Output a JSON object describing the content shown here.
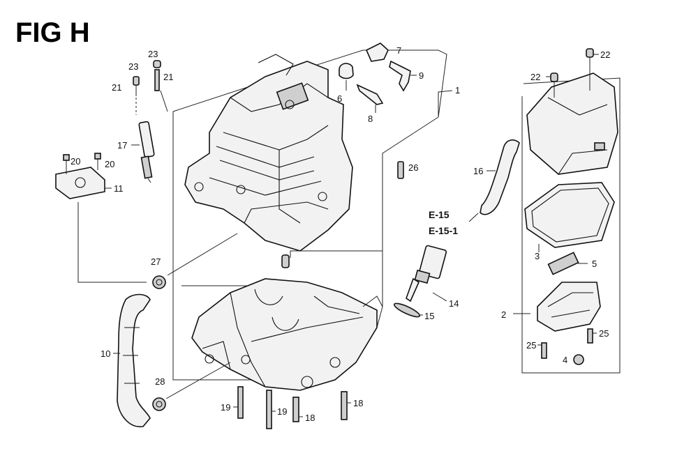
{
  "title": "FIG H",
  "references": [
    "E-15",
    "E-15-1"
  ],
  "callouts": {
    "c1": "1",
    "c2": "2",
    "c3": "3",
    "c4": "4",
    "c5": "5",
    "c6": "6",
    "c7": "7",
    "c8": "8",
    "c9": "9",
    "c10": "10",
    "c11": "11",
    "c14": "14",
    "c15": "15",
    "c16": "16",
    "c17": "17",
    "c18a": "18",
    "c18b": "18",
    "c19a": "19",
    "c19b": "19",
    "c20a": "20",
    "c20b": "20",
    "c21a": "21",
    "c21b": "21",
    "c22a": "22",
    "c22b": "22",
    "c23a": "23",
    "c23b": "23",
    "c25a": "25",
    "c25b": "25",
    "c26": "26",
    "c27": "27",
    "c28": "28"
  }
}
